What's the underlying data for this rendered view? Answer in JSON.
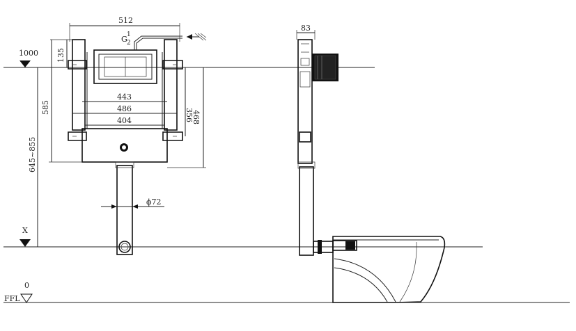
{
  "front_view": {
    "dims": {
      "overall_width": "512",
      "top_offset": "135",
      "frame_height": "585",
      "install_range": "645~855",
      "inner_443": "443",
      "inner_486": "486",
      "inner_404": "404",
      "side_356": "356",
      "side_468": "468",
      "pipe_diameter": "ϕ72"
    },
    "inlet": {
      "g": "G",
      "num": "1",
      "den": "2"
    }
  },
  "side_view": {
    "dims": {
      "depth": "83"
    }
  },
  "levels": {
    "top": "1000",
    "drain": "X",
    "floor_value": "0",
    "floor_label": "FFL"
  }
}
